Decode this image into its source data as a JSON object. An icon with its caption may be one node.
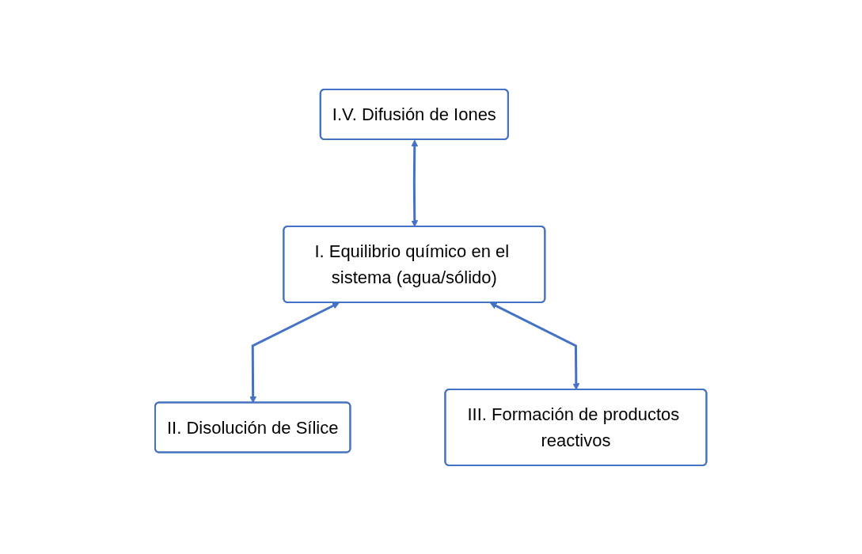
{
  "diagram": {
    "nodes": [
      {
        "text": [
          "I.V. Difusión de Iones"
        ]
      },
      {
        "text": [
          "I. Equilibrio químico en el sistema (agua/sólido)"
        ]
      },
      {
        "text": [
          "II. Disolución de Sílice"
        ]
      },
      {
        "text": [
          "III. Formación de productos reactivos"
        ]
      }
    ],
    "edges": [
      {
        "from": 0,
        "to": 1,
        "arrow": "both"
      },
      {
        "from": 1,
        "to": 2,
        "arrow": "both"
      },
      {
        "from": 1,
        "to": 3,
        "arrow": "both"
      }
    ]
  }
}
